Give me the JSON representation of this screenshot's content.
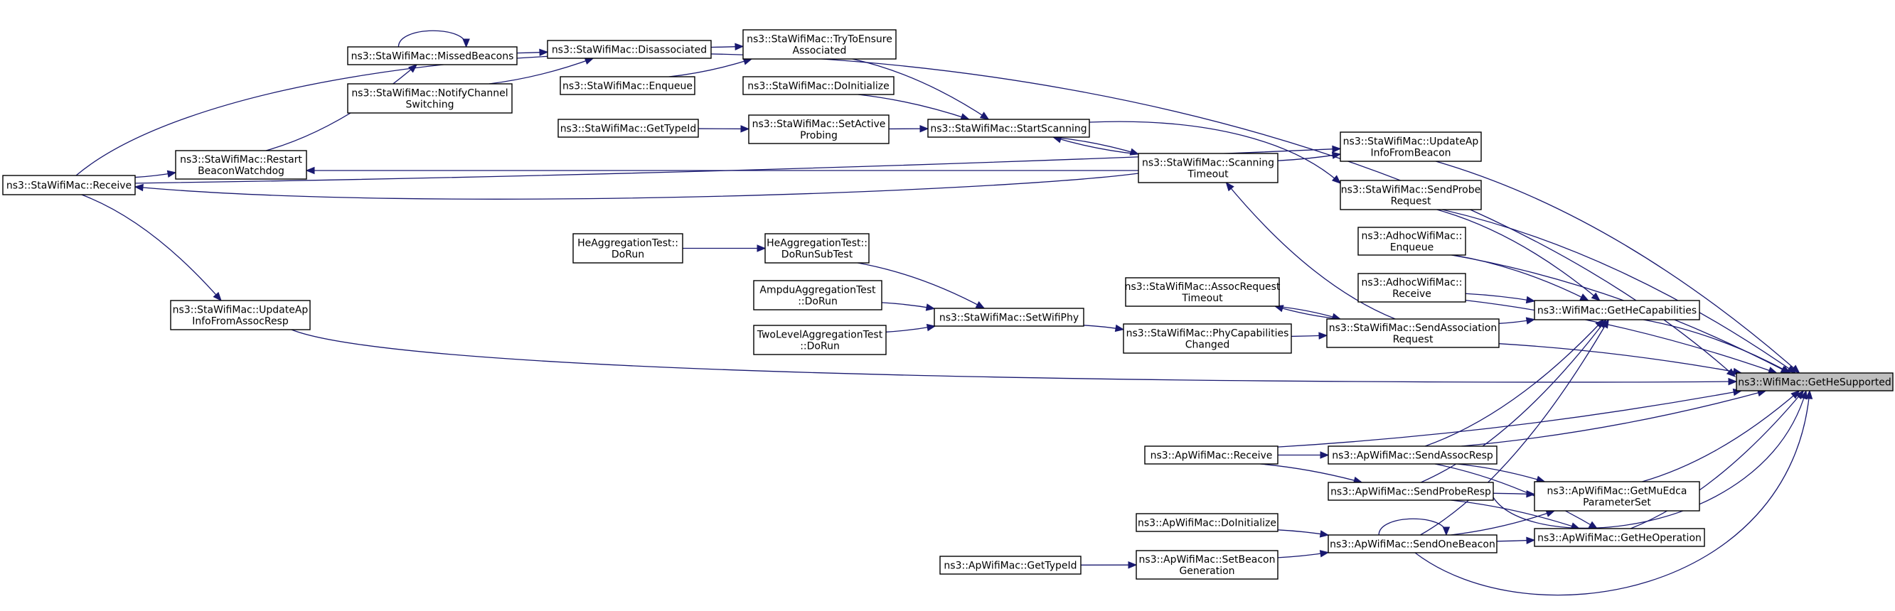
{
  "accent_color": "#191970",
  "nodes": {
    "sta_receive": [
      "ns3::StaWifiMac::Receive"
    ],
    "sta_restart_beacon_watchdog": [
      "ns3::StaWifiMac::Restart",
      "BeaconWatchdog"
    ],
    "sta_missed_beacons": [
      "ns3::StaWifiMac::MissedBeacons"
    ],
    "sta_notify_channel_switching": [
      "ns3::StaWifiMac::NotifyChannel",
      "Switching"
    ],
    "sta_disassociated": [
      "ns3::StaWifiMac::Disassociated"
    ],
    "sta_enqueue": [
      "ns3::StaWifiMac::Enqueue"
    ],
    "sta_try_to_ensure_associated": [
      "ns3::StaWifiMac::TryToEnsure",
      "Associated"
    ],
    "sta_do_initialize": [
      "ns3::StaWifiMac::DoInitialize"
    ],
    "sta_get_type_id": [
      "ns3::StaWifiMac::GetTypeId"
    ],
    "sta_set_active_probing": [
      "ns3::StaWifiMac::SetActive",
      "Probing"
    ],
    "sta_start_scanning": [
      "ns3::StaWifiMac::StartScanning"
    ],
    "sta_scanning_timeout": [
      "ns3::StaWifiMac::Scanning",
      "Timeout"
    ],
    "sta_update_ap_info_from_beacon": [
      "ns3::StaWifiMac::UpdateAp",
      "InfoFromBeacon"
    ],
    "sta_send_probe_request": [
      "ns3::StaWifiMac::SendProbe",
      "Request"
    ],
    "adhoc_enqueue": [
      "ns3::AdhocWifiMac::",
      "Enqueue"
    ],
    "adhoc_receive": [
      "ns3::AdhocWifiMac::",
      "Receive"
    ],
    "he_aggregation_do_run": [
      "HeAggregationTest::",
      "DoRun"
    ],
    "he_aggregation_do_run_subtest": [
      "HeAggregationTest::",
      "DoRunSubTest"
    ],
    "ampdu_aggregation_do_run": [
      "AmpduAggregationTest",
      "::DoRun"
    ],
    "two_level_aggregation_do_run": [
      "TwoLevelAggregationTest",
      "::DoRun"
    ],
    "sta_set_wifi_phy": [
      "ns3::StaWifiMac::SetWifiPhy"
    ],
    "sta_assoc_request_timeout": [
      "ns3::StaWifiMac::AssocRequest",
      "Timeout"
    ],
    "sta_phy_capabilities_changed": [
      "ns3::StaWifiMac::PhyCapabilities",
      "Changed"
    ],
    "sta_send_association_request": [
      "ns3::StaWifiMac::SendAssociation",
      "Request"
    ],
    "sta_update_ap_info_from_assoc_resp": [
      "ns3::StaWifiMac::UpdateAp",
      "InfoFromAssocResp"
    ],
    "wifi_get_he_capabilities": [
      "ns3::WifiMac::GetHeCapabilities"
    ],
    "wifi_get_he_supported": [
      "ns3::WifiMac::GetHeSupported"
    ],
    "ap_receive": [
      "ns3::ApWifiMac::Receive"
    ],
    "ap_send_assoc_resp": [
      "ns3::ApWifiMac::SendAssocResp"
    ],
    "ap_send_probe_resp": [
      "ns3::ApWifiMac::SendProbeResp"
    ],
    "ap_get_mu_edca_parameter_set": [
      "ns3::ApWifiMac::GetMuEdca",
      "ParameterSet"
    ],
    "ap_do_initialize": [
      "ns3::ApWifiMac::DoInitialize"
    ],
    "ap_send_one_beacon": [
      "ns3::ApWifiMac::SendOneBeacon"
    ],
    "ap_get_he_operation": [
      "ns3::ApWifiMac::GetHeOperation"
    ],
    "ap_get_type_id": [
      "ns3::ApWifiMac::GetTypeId"
    ],
    "ap_set_beacon_generation": [
      "ns3::ApWifiMac::SetBeacon",
      "Generation"
    ]
  },
  "edges": [
    [
      "sta_receive",
      "sta_restart_beacon_watchdog"
    ],
    [
      "sta_receive",
      "sta_update_ap_info_from_assoc_resp"
    ],
    [
      "sta_receive",
      "sta_update_ap_info_from_beacon"
    ],
    [
      "sta_receive",
      "wifi_get_he_supported"
    ],
    [
      "sta_restart_beacon_watchdog",
      "sta_missed_beacons"
    ],
    [
      "sta_missed_beacons",
      "sta_missed_beacons"
    ],
    [
      "sta_missed_beacons",
      "sta_disassociated"
    ],
    [
      "sta_notify_channel_switching",
      "sta_disassociated"
    ],
    [
      "sta_disassociated",
      "sta_try_to_ensure_associated"
    ],
    [
      "sta_enqueue",
      "sta_try_to_ensure_associated"
    ],
    [
      "sta_try_to_ensure_associated",
      "sta_start_scanning"
    ],
    [
      "sta_do_initialize",
      "sta_start_scanning"
    ],
    [
      "sta_get_type_id",
      "sta_set_active_probing"
    ],
    [
      "sta_set_active_probing",
      "sta_start_scanning"
    ],
    [
      "sta_start_scanning",
      "sta_scanning_timeout"
    ],
    [
      "sta_start_scanning",
      "sta_send_probe_request"
    ],
    [
      "sta_scanning_timeout",
      "sta_start_scanning"
    ],
    [
      "sta_scanning_timeout",
      "sta_restart_beacon_watchdog"
    ],
    [
      "sta_scanning_timeout",
      "sta_receive"
    ],
    [
      "sta_scanning_timeout",
      "sta_update_ap_info_from_beacon"
    ],
    [
      "sta_send_association_request",
      "sta_scanning_timeout"
    ],
    [
      "he_aggregation_do_run",
      "he_aggregation_do_run_subtest"
    ],
    [
      "he_aggregation_do_run_subtest",
      "sta_set_wifi_phy"
    ],
    [
      "ampdu_aggregation_do_run",
      "sta_set_wifi_phy"
    ],
    [
      "two_level_aggregation_do_run",
      "sta_set_wifi_phy"
    ],
    [
      "sta_set_wifi_phy",
      "sta_phy_capabilities_changed"
    ],
    [
      "sta_phy_capabilities_changed",
      "sta_send_association_request"
    ],
    [
      "sta_send_association_request",
      "sta_assoc_request_timeout"
    ],
    [
      "sta_assoc_request_timeout",
      "sta_send_association_request"
    ],
    [
      "sta_send_association_request",
      "wifi_get_he_capabilities"
    ],
    [
      "sta_send_association_request",
      "wifi_get_he_supported"
    ],
    [
      "sta_update_ap_info_from_beacon",
      "wifi_get_he_supported"
    ],
    [
      "sta_update_ap_info_from_assoc_resp",
      "wifi_get_he_supported"
    ],
    [
      "sta_send_probe_request",
      "wifi_get_he_capabilities"
    ],
    [
      "sta_send_probe_request",
      "wifi_get_he_supported"
    ],
    [
      "adhoc_enqueue",
      "wifi_get_he_capabilities"
    ],
    [
      "adhoc_enqueue",
      "wifi_get_he_supported"
    ],
    [
      "adhoc_receive",
      "wifi_get_he_capabilities"
    ],
    [
      "adhoc_receive",
      "wifi_get_he_supported"
    ],
    [
      "wifi_get_he_capabilities",
      "wifi_get_he_supported"
    ],
    [
      "ap_receive",
      "ap_send_assoc_resp"
    ],
    [
      "ap_receive",
      "ap_send_probe_resp"
    ],
    [
      "ap_receive",
      "wifi_get_he_supported"
    ],
    [
      "ap_send_assoc_resp",
      "wifi_get_he_capabilities"
    ],
    [
      "ap_send_assoc_resp",
      "ap_get_mu_edca_parameter_set"
    ],
    [
      "ap_send_assoc_resp",
      "ap_get_he_operation"
    ],
    [
      "ap_send_assoc_resp",
      "wifi_get_he_supported"
    ],
    [
      "ap_send_probe_resp",
      "wifi_get_he_capabilities"
    ],
    [
      "ap_send_probe_resp",
      "ap_get_mu_edca_parameter_set"
    ],
    [
      "ap_send_probe_resp",
      "ap_get_he_operation"
    ],
    [
      "ap_send_probe_resp",
      "wifi_get_he_supported"
    ],
    [
      "ap_get_mu_edca_parameter_set",
      "wifi_get_he_supported"
    ],
    [
      "ap_get_he_operation",
      "wifi_get_he_supported"
    ],
    [
      "ap_do_initialize",
      "ap_send_one_beacon"
    ],
    [
      "ap_set_beacon_generation",
      "ap_send_one_beacon"
    ],
    [
      "ap_get_type_id",
      "ap_set_beacon_generation"
    ],
    [
      "ap_send_one_beacon",
      "ap_send_one_beacon"
    ],
    [
      "ap_send_one_beacon",
      "wifi_get_he_capabilities"
    ],
    [
      "ap_send_one_beacon",
      "ap_get_mu_edca_parameter_set"
    ],
    [
      "ap_send_one_beacon",
      "ap_get_he_operation"
    ],
    [
      "ap_send_one_beacon",
      "wifi_get_he_supported"
    ]
  ]
}
